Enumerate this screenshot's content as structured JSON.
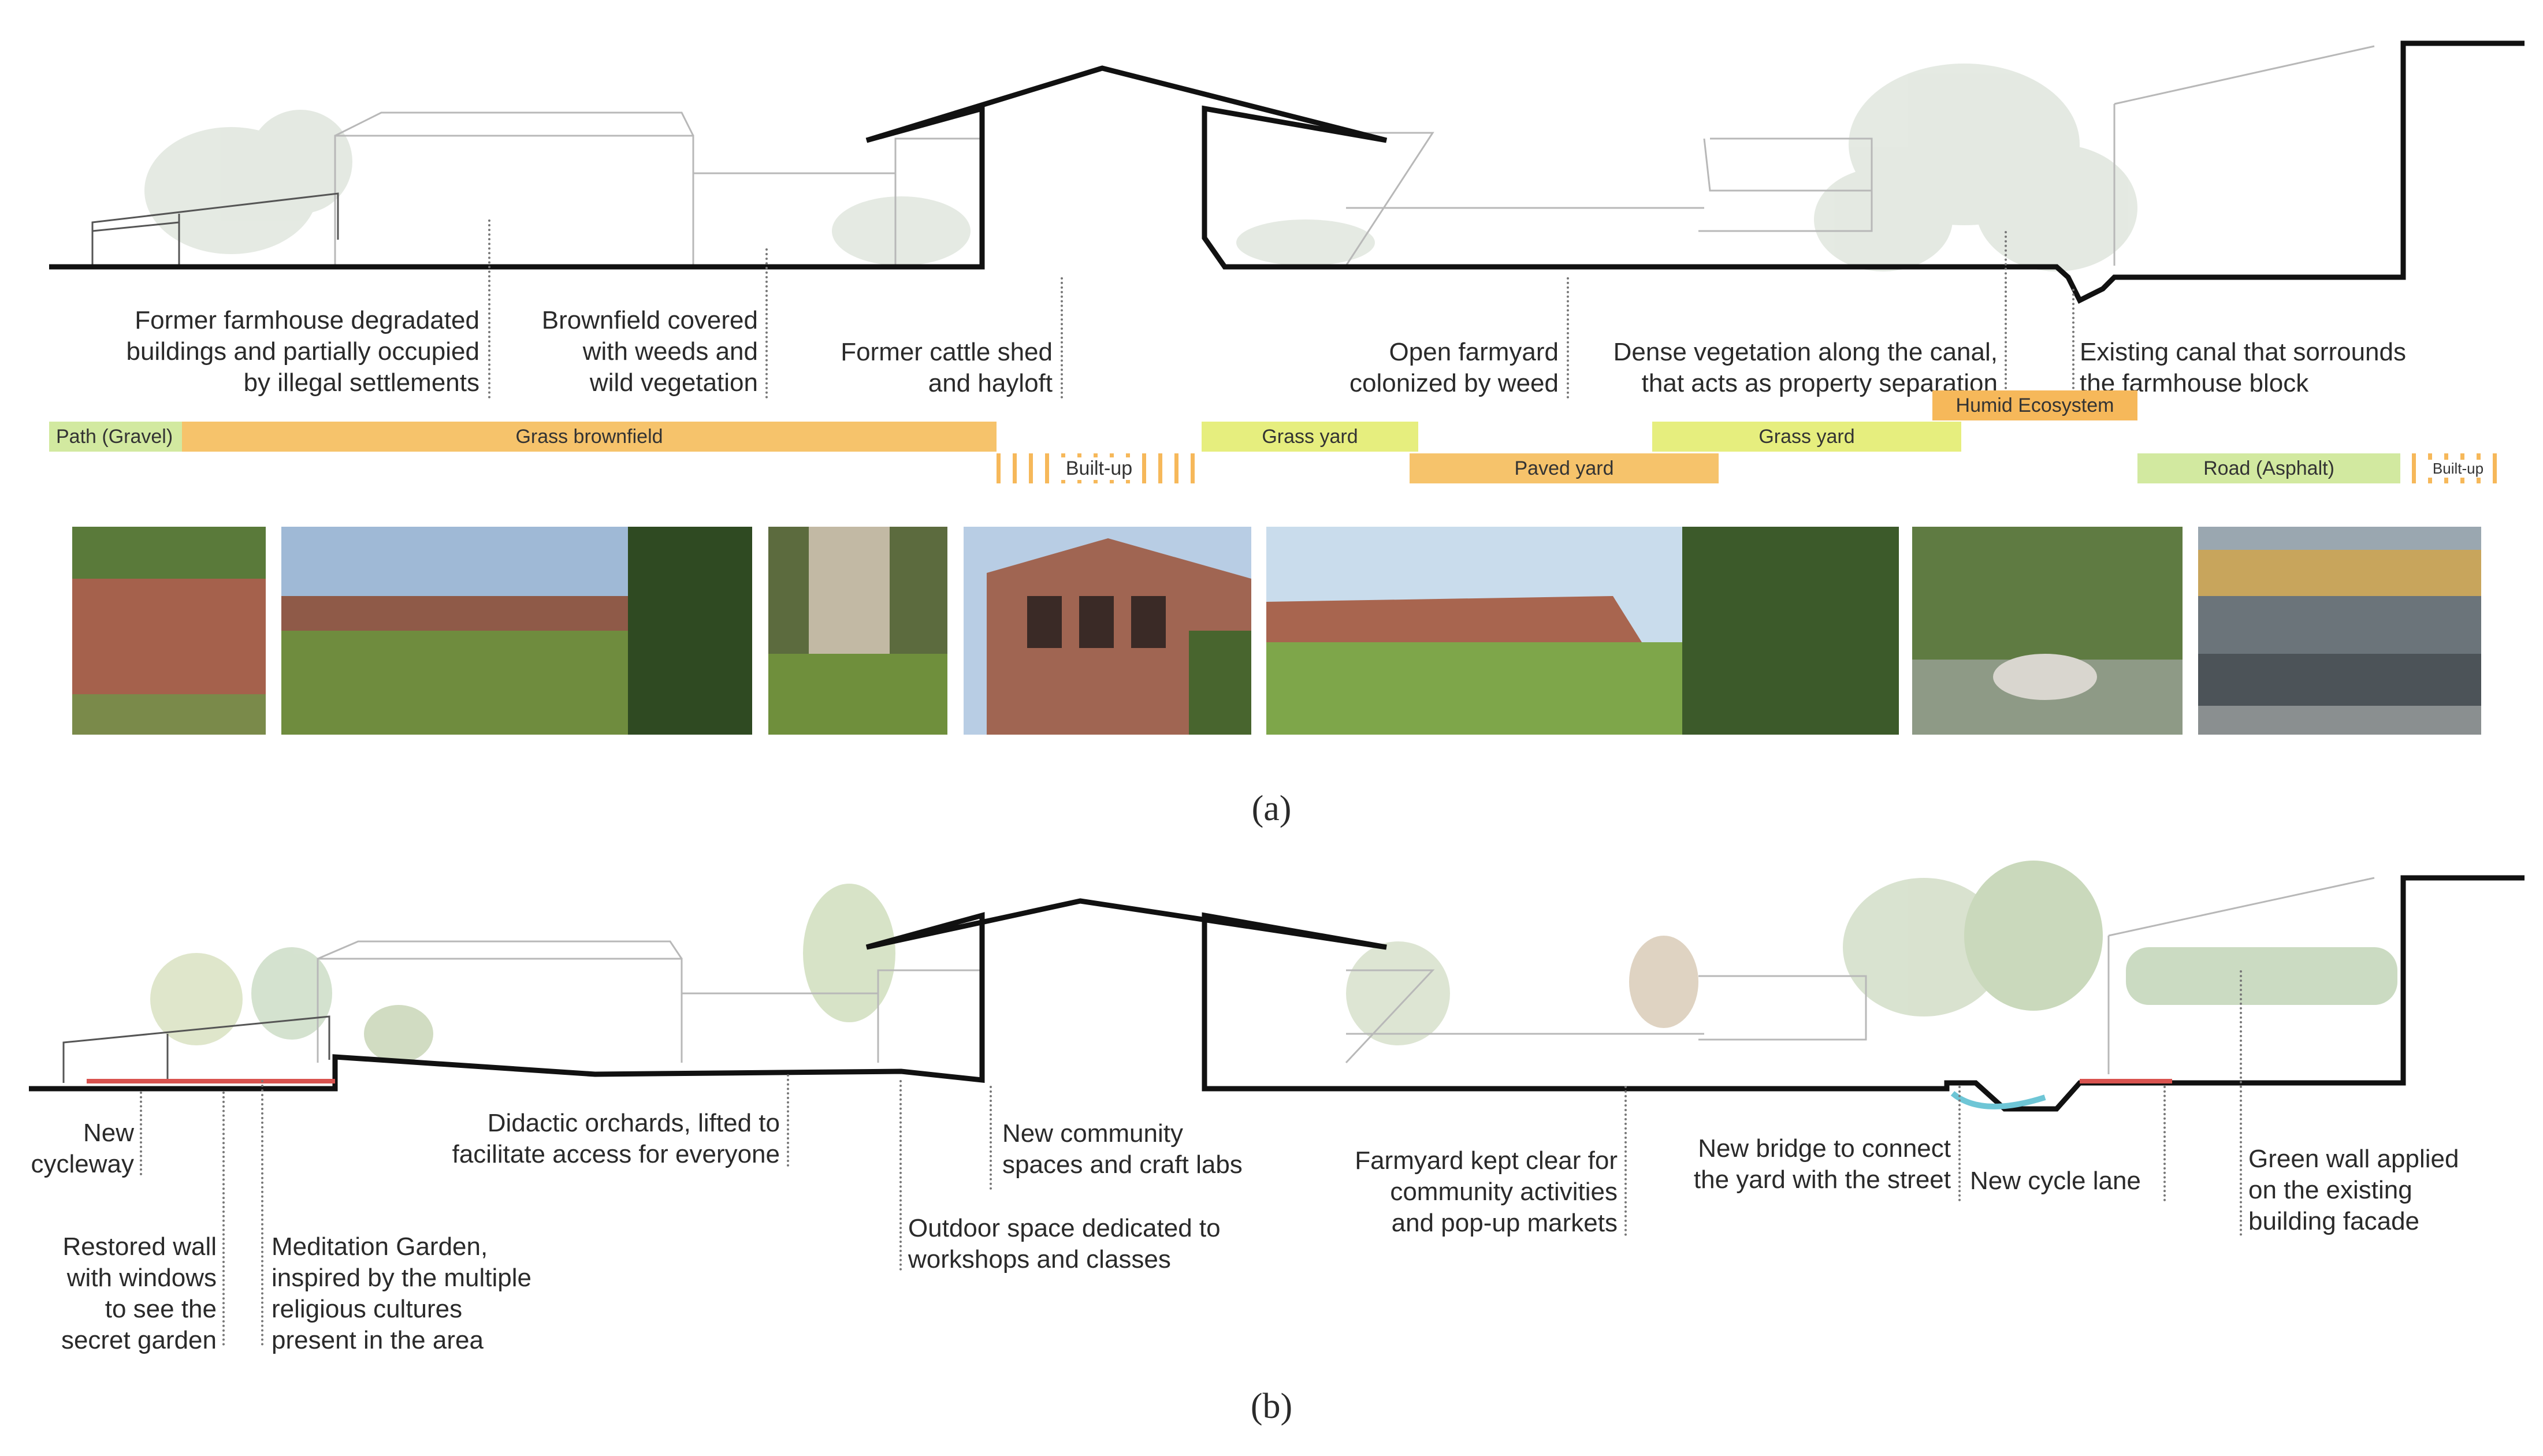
{
  "section_a": {
    "labels": {
      "farmhouse": "Former farmhouse degradated\nbuildings  and partially occupied\nby illegal settlements",
      "brownfield": "Brownfield covered\nwith weeds and\nwild vegetation",
      "cattle_shed": "Former cattle shed\nand hayloft",
      "open_farmyard": "Open farmyard\ncolonized by weed",
      "dense_vegetation": "Dense vegetation along the canal,\nthat acts as property separation",
      "existing_canal": "Existing canal that sorrounds\nthe farmhouse block"
    },
    "bands": {
      "path_gravel": "Path (Gravel)",
      "grass_brownfield": "Grass brownfield",
      "built_up": "Built-up",
      "grass_yard_1": "Grass yard",
      "paved_yard": "Paved yard",
      "grass_yard_2": "Grass yard",
      "humid_ecosystem": "Humid Ecosystem",
      "road_asphalt": "Road (Asphalt)",
      "built_up_2": "Built-up"
    },
    "caption": "(a)"
  },
  "section_b": {
    "labels": {
      "new_cycleway": "New\ncycleway",
      "restored_wall": "Restored wall\nwith windows\nto see the\nsecret garden",
      "meditation_garden": "Meditation Garden,\ninspired by the multiple\nreligious cultures\npresent in the area",
      "didactic_orchards": "Didactic orchards, lifted to\nfacilitate access for everyone",
      "outdoor_space": "Outdoor space dedicated to\nworkshops and classes",
      "community_spaces": "New community\nspaces and craft labs",
      "farmyard_clear": "Farmyard kept clear for\ncommunity activities\nand pop-up markets",
      "new_bridge": "New bridge to connect\nthe yard with the street",
      "new_cycle_lane": "New cycle lane",
      "green_wall": "Green wall applied\non the existing\nbuilding facade"
    },
    "caption": "(b)"
  },
  "colors": {
    "band_green": "#d2e9a0",
    "band_orange": "#f6c36b",
    "band_yellow": "#e6ee7e",
    "humid": "#f6b85a",
    "section_line": "#111111"
  }
}
